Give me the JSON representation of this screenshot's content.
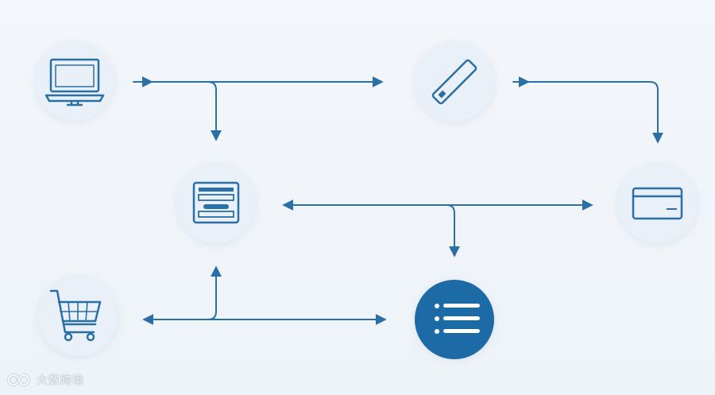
{
  "colors": {
    "stroke": "#2a6fa5",
    "node_fill": "#eaf1f8",
    "node_fill_active": "#1f6aa6",
    "background": "#f2f6fa"
  },
  "nodes": [
    {
      "id": "computer",
      "icon": "computer-monitor-icon"
    },
    {
      "id": "usb-drive",
      "icon": "usb-stick-icon"
    },
    {
      "id": "web-form",
      "icon": "web-form-icon"
    },
    {
      "id": "payment-card",
      "icon": "credit-card-icon"
    },
    {
      "id": "shopping-cart",
      "icon": "shopping-cart-icon"
    },
    {
      "id": "task-list",
      "icon": "list-icon",
      "active": true
    }
  ],
  "watermark": {
    "text": "大数跨境",
    "logo": "watermark-logo-icon"
  }
}
